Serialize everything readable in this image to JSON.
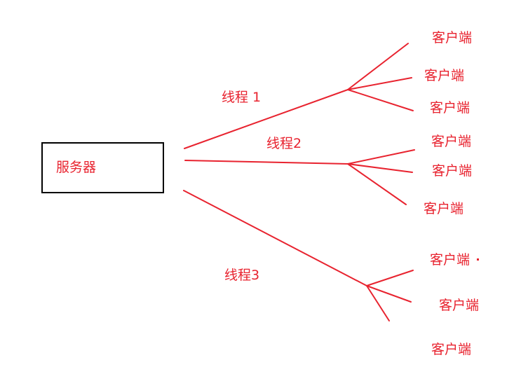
{
  "colors": {
    "annotation": "#e8232f",
    "box_border": "#000000",
    "background": "#ffffff"
  },
  "server": {
    "label": "服务器"
  },
  "threads": [
    {
      "label": "线程 1"
    },
    {
      "label": "线程2"
    },
    {
      "label": "线程3"
    }
  ],
  "clients": [
    {
      "label": "客户端"
    },
    {
      "label": "客户端"
    },
    {
      "label": "客户端"
    },
    {
      "label": "客户端"
    },
    {
      "label": "客户端"
    },
    {
      "label": "客户端"
    },
    {
      "label": "客户端"
    },
    {
      "label": "客户端"
    },
    {
      "label": "客户端"
    }
  ]
}
